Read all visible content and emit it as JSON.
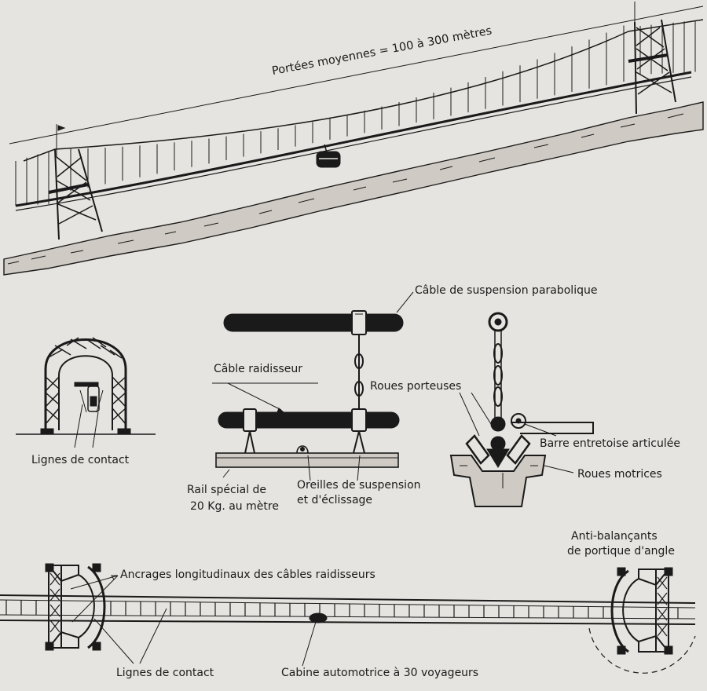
{
  "labels": {
    "span": "Portées moyennes = 100 à 300 mètres",
    "suspension_cable": "Câble de suspension parabolique",
    "stiffener_cable": "Câble raidisseur",
    "carrying_wheels": "Roues porteuses",
    "articulated_bar": "Barre entretoise articulée",
    "drive_wheels": "Roues motrices",
    "rail_line1": "Rail spécial de",
    "rail_line2": "20 Kg. au mètre",
    "ears_line1": "Oreilles de suspension",
    "ears_line2": "et d'éclissage",
    "contact_lines_arch": "Lignes de contact",
    "anti_sway_line1": "Anti-balançants",
    "anti_sway_line2": "de portique d'angle",
    "anchors": "Ancrages longitudinaux des câbles raidisseurs",
    "contact_lines_plan": "Lignes de contact",
    "cabin": "Cabine automotrice à 30 voyageurs"
  },
  "colors": {
    "paper": "#e6e4e0",
    "ink": "#1a1a1a"
  }
}
